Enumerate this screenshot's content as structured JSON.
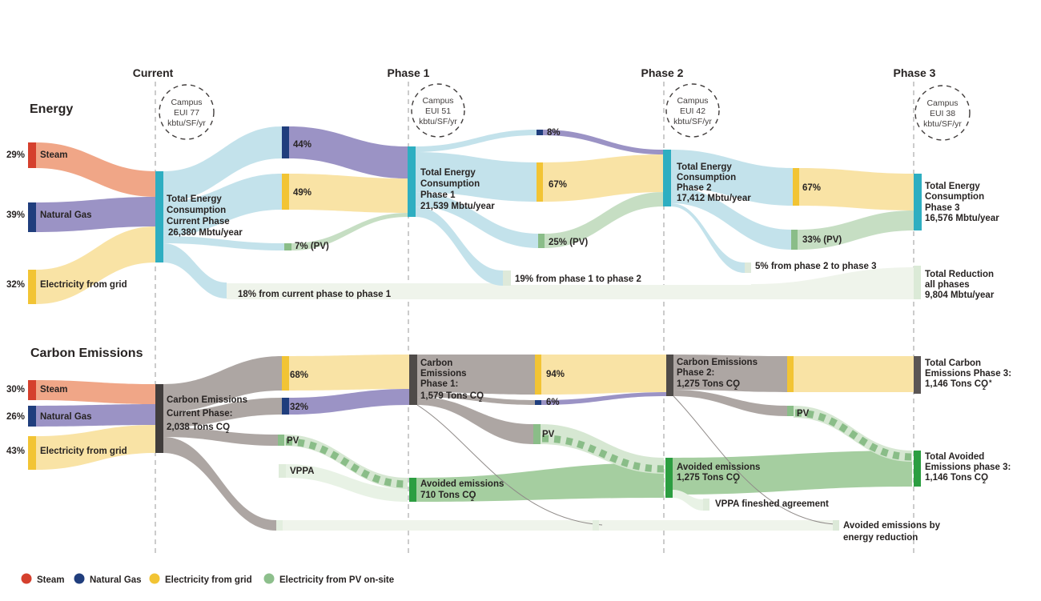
{
  "sections": {
    "energy": "Energy",
    "carbon": "Carbon Emissions"
  },
  "phases": [
    {
      "label": "Current",
      "campus": [
        "Campus",
        "EUI 77",
        "kbtu/SF/yr"
      ]
    },
    {
      "label": "Phase 1",
      "campus": [
        "Campus",
        "EUI 51",
        "kbtu/SF/yr"
      ]
    },
    {
      "label": "Phase 2",
      "campus": [
        "Campus",
        "EUI 42",
        "kbtu/SF/yr"
      ]
    },
    {
      "label": "Phase 3",
      "campus": [
        "Campus",
        "EUI 38",
        "kbtu/SF/yr"
      ]
    }
  ],
  "energy": {
    "sources": [
      {
        "pct": "29%",
        "label": "Steam"
      },
      {
        "pct": "39%",
        "label": "Natural Gas"
      },
      {
        "pct": "32%",
        "label": "Electricity from grid"
      }
    ],
    "node_current": [
      "Total Energy",
      "Consumption",
      "Current Phase",
      "26,380 Mbtu/year"
    ],
    "node_phase1": [
      "Total Energy",
      "Consumption",
      "Phase 1",
      "21,539 Mbtu/year"
    ],
    "node_phase2": [
      "Total Energy",
      "Consumption",
      "Phase 2",
      "17,412 Mbtu/year"
    ],
    "node_phase3": [
      "Total Energy",
      "Consumption",
      "Phase 3",
      "16,576 Mbtu/year"
    ],
    "node_reduction": [
      "Total Reduction",
      "all phases",
      "9,804 Mbtu/year"
    ],
    "pct_p1_gas": "44%",
    "pct_p1_grid": "49%",
    "pct_p1_pv": "7% (PV)",
    "pct_p2_gas": "8%",
    "pct_p2_grid": "67%",
    "pct_p2_pv": "25% (PV)",
    "pct_p3_grid": "67%",
    "pct_p3_pv": "33% (PV)",
    "reduction_1": "18% from current phase to phase 1",
    "reduction_2": "19% from phase 1 to phase 2",
    "reduction_3": "5% from phase 2 to phase 3"
  },
  "carbon": {
    "sources": [
      {
        "pct": "30%",
        "label": "Steam"
      },
      {
        "pct": "26%",
        "label": "Natural Gas"
      },
      {
        "pct": "43%",
        "label": "Electricity from grid"
      }
    ],
    "node_current": [
      "Carbon Emissions",
      "Current Phase:",
      "2,038 Tons CO"
    ],
    "node_phase1": [
      "Carbon",
      "Emissions",
      "Phase 1:",
      "1,579 Tons CO"
    ],
    "node_phase2": [
      "Carbon Emissions",
      "Phase 2:",
      "1,275 Tons CO"
    ],
    "node_phase3": [
      "Total Carbon",
      "Emissions Phase 3:",
      "1,146 Tons CO"
    ],
    "node_avoided1": [
      "Avoided emissions",
      "710 Tons CO"
    ],
    "node_avoided2": [
      "Avoided emissions",
      "1,275 Tons CO"
    ],
    "node_avoided3": [
      "Total Avoided",
      "Emissions  phase 3:",
      "1,146 Tons CO"
    ],
    "sub2": "2",
    "star": "*",
    "pct_p1_grid": "68%",
    "pct_p1_gas": "32%",
    "label_p1_pv": "PV",
    "label_vppa": "VPPA",
    "pct_p2_grid": "94%",
    "pct_p2_gas": "6%",
    "label_p2_pv": "PV",
    "label_p3_pv": "PV",
    "note_vppa": "VPPA fineshed agreement",
    "note_avoided_1": "Avoided emissions by",
    "note_avoided_2": "energy reduction"
  },
  "legend": [
    {
      "label": "Steam",
      "color": "#D5402D"
    },
    {
      "label": "Natural Gas",
      "color": "#203E7D"
    },
    {
      "label": "Electricity from grid",
      "color": "#F2C434"
    },
    {
      "label": "Electricity from PV on-site",
      "color": "#8DBF8C"
    }
  ],
  "colors": {
    "steam_flow": "#F0A687",
    "steam_node": "#D5402D",
    "natural_gas_flow": "#9B93C5",
    "natural_gas_node": "#203E7D",
    "grid_flow": "#F9E3A5",
    "grid_node": "#F2C434",
    "pv_flow": "#C6DEC3",
    "pv_node": "#8ABD88",
    "energy_total_node": "#2EAEC1",
    "energy_flow": "#C3E2EB",
    "carbon_flow": "#ADA6A3",
    "carbon_node": "#4F4B49",
    "avoided_node": "#2C9E41",
    "avoided_flow": "#A5CEA0",
    "reduction_band": "#EFF4EB"
  },
  "chart_data": {
    "type": "sankey",
    "charts": [
      {
        "name": "Energy",
        "unit": "Mbtu/year",
        "phases": [
          {
            "phase": "Current",
            "total": 26380,
            "campus_eui_kbtu_sf_yr": 77,
            "mix": {
              "Steam": 29,
              "Natural Gas": 39,
              "Electricity from grid": 32
            }
          },
          {
            "phase": "Phase 1",
            "total": 21539,
            "campus_eui_kbtu_sf_yr": 51,
            "mix": {
              "Natural Gas": 44,
              "Electricity from grid": 49,
              "Electricity from PV on-site": 7
            }
          },
          {
            "phase": "Phase 2",
            "total": 17412,
            "campus_eui_kbtu_sf_yr": 42,
            "mix": {
              "Natural Gas": 8,
              "Electricity from grid": 67,
              "Electricity from PV on-site": 25
            }
          },
          {
            "phase": "Phase 3",
            "total": 16576,
            "campus_eui_kbtu_sf_yr": 38,
            "mix": {
              "Electricity from grid": 67,
              "Electricity from PV on-site": 33
            }
          }
        ],
        "reductions": [
          {
            "from": "Current",
            "to": "Phase 1",
            "pct": 18
          },
          {
            "from": "Phase 1",
            "to": "Phase 2",
            "pct": 19
          },
          {
            "from": "Phase 2",
            "to": "Phase 3",
            "pct": 5
          }
        ],
        "total_reduction_all_phases": 9804
      },
      {
        "name": "Carbon Emissions",
        "unit": "Tons CO2",
        "phases": [
          {
            "phase": "Current",
            "total": 2038,
            "mix": {
              "Steam": 30,
              "Natural Gas": 26,
              "Electricity from grid": 43
            }
          },
          {
            "phase": "Phase 1",
            "total": 1579,
            "mix": {
              "Electricity from grid": 68,
              "Natural Gas": 32
            },
            "avoided": 710
          },
          {
            "phase": "Phase 2",
            "total": 1275,
            "mix": {
              "Electricity from grid": 94,
              "Natural Gas": 6
            },
            "avoided": 1275
          },
          {
            "phase": "Phase 3",
            "total": 1146,
            "avoided": 1146
          }
        ],
        "notes": [
          "VPPA fineshed agreement",
          "Avoided emissions by energy reduction"
        ]
      }
    ]
  }
}
